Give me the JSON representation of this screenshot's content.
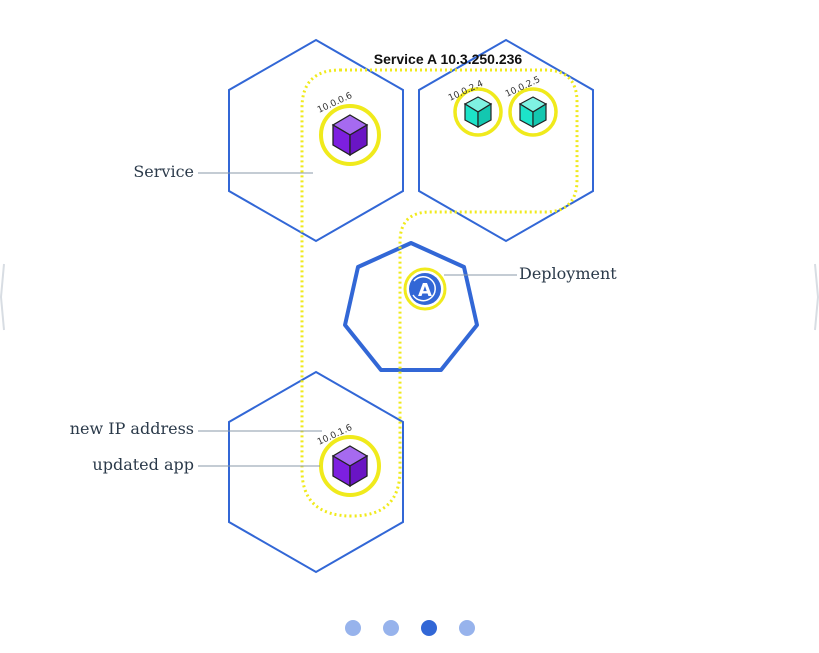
{
  "diagram": {
    "service_title": "Service A 10.3.250.236",
    "callouts": {
      "service": "Service",
      "deployment": "Deployment",
      "new_ip": "new IP address",
      "updated_app": "updated app"
    },
    "pods": [
      {
        "ip": "10.0.0.6",
        "kind": "updated-app"
      },
      {
        "ip": "10.0.2.4",
        "kind": "app"
      },
      {
        "ip": "10.0.2.5",
        "kind": "app"
      },
      {
        "ip": "10.0.1.6",
        "kind": "updated-app"
      }
    ],
    "deployment_badge": "A"
  },
  "colors": {
    "node_stroke": "#3267d6",
    "service_outline": "#f0ea1c",
    "updated_app": "#7d1fe0",
    "app": "#1de3c9",
    "pager_inactive": "#97b3ec",
    "pager_active": "#3267d6"
  },
  "pager": {
    "pages": 4,
    "active_index": 2
  }
}
